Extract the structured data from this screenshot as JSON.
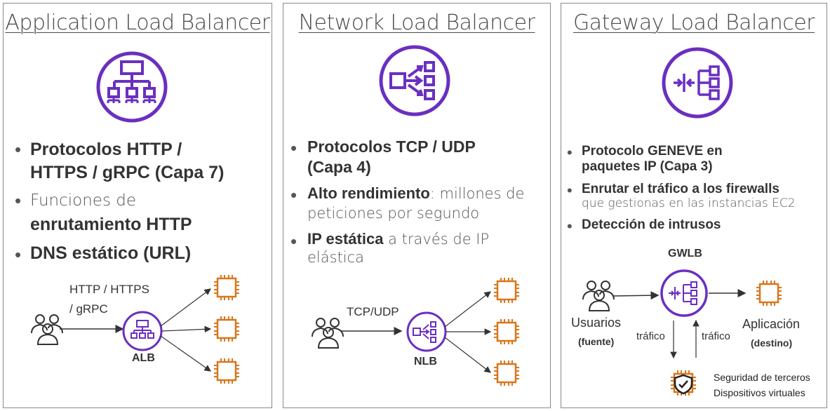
{
  "colors": {
    "purple": "#6a2fc0",
    "orange": "#d9761b",
    "line": "#333333"
  },
  "alb": {
    "title": "Application Load Balancer",
    "bullet1_line1": "Protocolos HTTP /",
    "bullet1_line2": "HTTPS / gRPC (Capa 7)",
    "bullet2_line1": "Funciones de",
    "bullet2_line2": "enrutamiento HTTP",
    "bullet3": "DNS estático (URL)",
    "edge_label_1": "HTTP / HTTPS",
    "edge_label_2": "/ gRPC",
    "node_label": "ALB"
  },
  "nlb": {
    "title": "Network Load Balancer",
    "bullet1_line1": "Protocolos TCP / UDP",
    "bullet1_line2": "(Capa 4)",
    "bullet2_bold": "Alto rendimiento",
    "bullet2_rest": ": millones de",
    "bullet2_line2": "peticiones por segundo",
    "bullet3_bold": "IP estática",
    "bullet3_rest": " a través de IP",
    "bullet3_line2": "elástica",
    "edge_label": "TCP/UDP",
    "node_label": "NLB"
  },
  "gwlb": {
    "title": "Gateway Load Balancer",
    "bullet1_line1": "Protocolo GENEVE en",
    "bullet1_line2": "paquetes IP (Capa 3)",
    "bullet2_line1": "Enrutar el tráfico a los firewalls",
    "bullet2_line2": "que gestionas en las instancias EC2",
    "bullet3": "Detección de intrusos",
    "node_label": "GWLB",
    "users_label": "Usuarios",
    "users_sub": "(fuente)",
    "app_label": "Aplicación",
    "app_sub": "(destino)",
    "traffic_down": "tráfico",
    "traffic_up": "tráfico",
    "security_line1": "Seguridad de terceros",
    "security_line2": "Dispositivos virtuales"
  },
  "bullet_char": "•"
}
